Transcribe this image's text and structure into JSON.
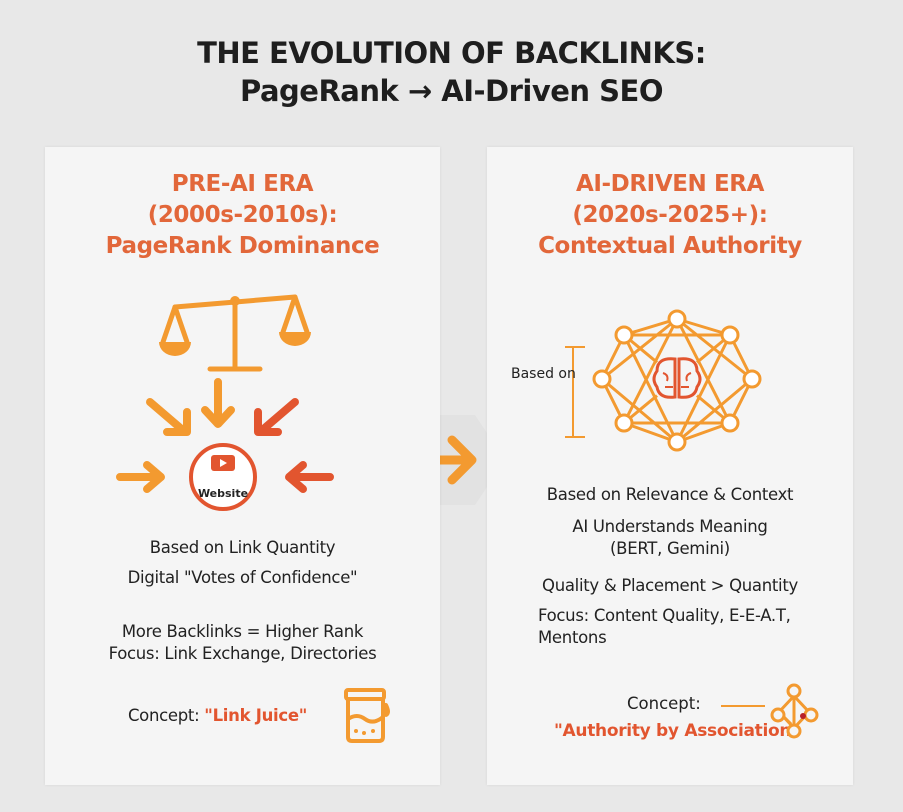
{
  "header": {
    "line1": "THE EVOLUTION OF BACKLINKS:",
    "line2": "PageRank → AI-Driven SEO"
  },
  "left": {
    "title": [
      "PRE-AI ERA",
      "(2000s-2010s):",
      "PageRank Dominance"
    ],
    "website_label": "Website",
    "lines": [
      "Based on Link Quantity",
      "Digital \"Votes of Confidence\"",
      "More Backlinks = Higher Rank",
      "Focus: Link Exchange, Directories"
    ],
    "concept_label": "Concept:",
    "concept_value": "\"Link Juice\""
  },
  "right": {
    "title": [
      "AI-DRIVEN ERA",
      "(2020s-2025+):",
      "Contextual Authority"
    ],
    "network_label": "Based on",
    "lines": [
      "Based on Relevance & Context",
      "AI Understands Meaning",
      "(BERT, Gemini)",
      "Quality & Placement > Quantity",
      "Focus: Content Quality, E-E-A.T,",
      "Mentons"
    ],
    "concept_label": "Concept:",
    "concept_value": "\"Authority by Association"
  },
  "colors": {
    "orange": "#f39a30",
    "red": "#e2552f",
    "title": "#e2673a"
  }
}
